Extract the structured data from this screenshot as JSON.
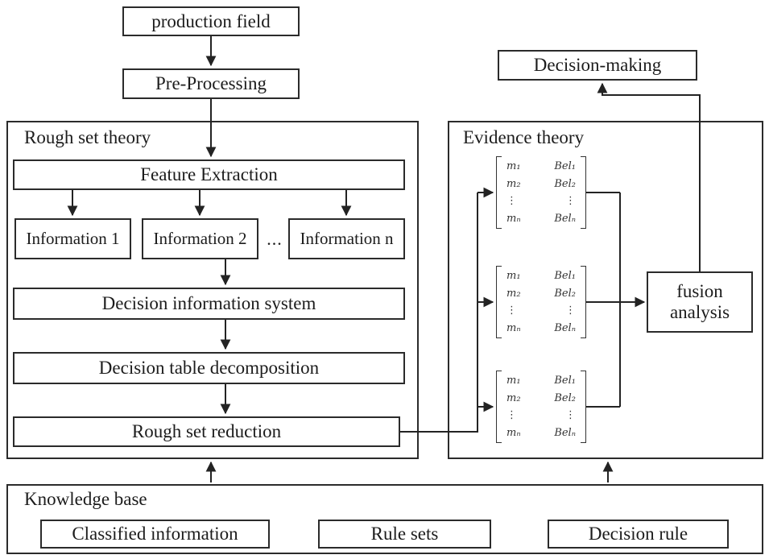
{
  "nodes": {
    "production_field": "production field",
    "pre_processing": "Pre-Processing",
    "feature_extraction": "Feature Extraction",
    "information_1": "Information 1",
    "information_2": "Information 2",
    "information_dots": "...",
    "information_n": "Information n",
    "decision_information_system": "Decision information system",
    "decision_table_decomposition": "Decision table decomposition",
    "rough_set_reduction": "Rough set reduction",
    "fusion_analysis": "fusion analysis",
    "decision_making": "Decision-making",
    "classified_information": "Classified information",
    "rule_sets": "Rule sets",
    "decision_rule": "Decision rule"
  },
  "containers": {
    "rough_set_theory": "Rough set theory",
    "evidence_theory": "Evidence theory",
    "knowledge_base": "Knowledge base"
  },
  "evidence": {
    "matrices": [
      {
        "rows": [
          [
            "m₁",
            "Bel₁"
          ],
          [
            "m₂",
            "Bel₂"
          ],
          [
            "⋮",
            "⋮"
          ],
          [
            "mₙ",
            "Belₙ"
          ]
        ]
      },
      {
        "rows": [
          [
            "m₁",
            "Bel₁"
          ],
          [
            "m₂",
            "Bel₂"
          ],
          [
            "⋮",
            "⋮"
          ],
          [
            "mₙ",
            "Belₙ"
          ]
        ]
      },
      {
        "rows": [
          [
            "m₁",
            "Bel₁"
          ],
          [
            "m₂",
            "Bel₂"
          ],
          [
            "⋮",
            "⋮"
          ],
          [
            "mₙ",
            "Belₙ"
          ]
        ]
      }
    ]
  },
  "colors": {
    "line": "#232323",
    "border": "#2b2b2b",
    "text": "#1c1c1c",
    "background": "#ffffff"
  }
}
